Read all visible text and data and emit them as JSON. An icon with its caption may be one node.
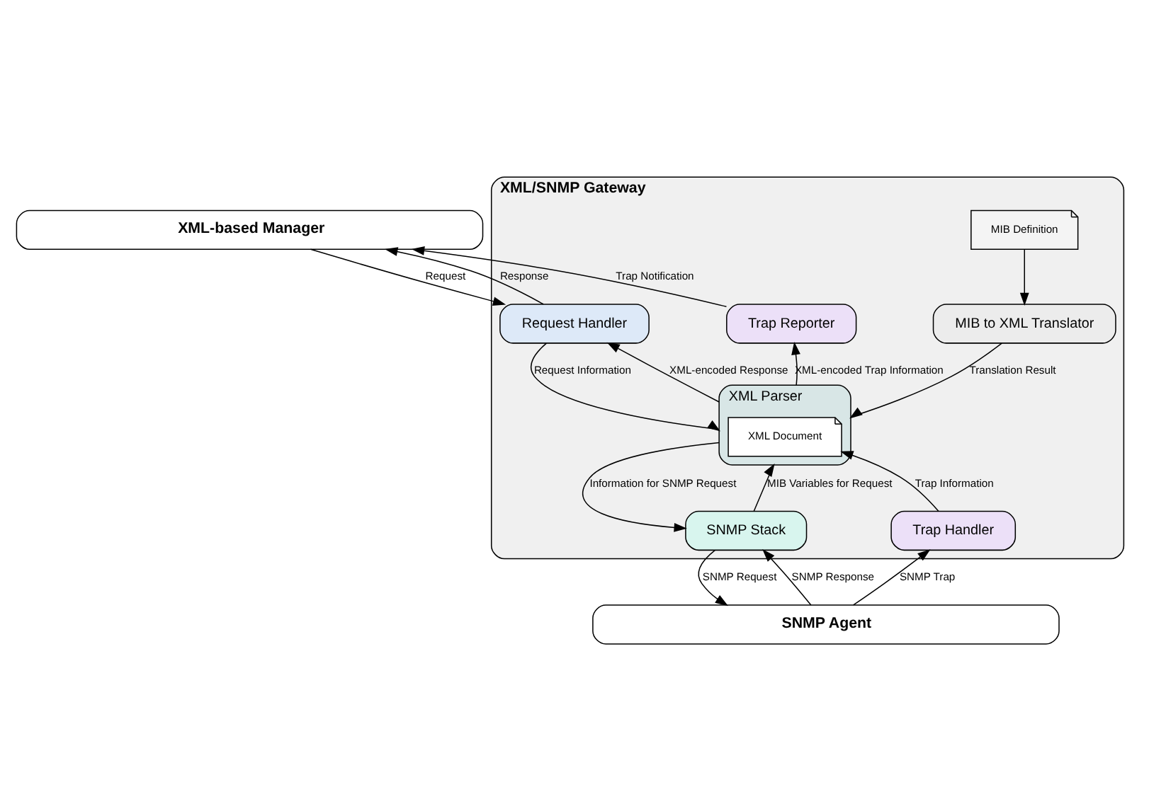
{
  "diagram": {
    "nodes": [
      {
        "text": [
          "XML-based Manager"
        ]
      },
      {
        "text": [
          "XML/SNMP Gateway"
        ]
      },
      {
        "text": [
          "Request Handler"
        ],
        "in": 1
      },
      {
        "text": [
          "Trap Reporter"
        ],
        "in": 1
      },
      {
        "text": [
          "MIB Definition"
        ],
        "in": 1
      },
      {
        "text": [
          "MIB to XML Translator"
        ],
        "in": 1
      },
      {
        "text": [
          "XML Parser"
        ],
        "in": 1
      },
      {
        "text": [
          "XML Document"
        ],
        "in": 6
      },
      {
        "text": [
          "SNMP Stack"
        ],
        "in": 1
      },
      {
        "text": [
          "Trap Handler"
        ],
        "in": 1
      },
      {
        "text": [
          "SNMP Agent"
        ]
      }
    ],
    "edges": [
      {
        "from": 0,
        "to": 2,
        "arrow": "to",
        "label": "Request"
      },
      {
        "from": 2,
        "to": 0,
        "arrow": "to",
        "label": "Response"
      },
      {
        "from": 3,
        "to": 0,
        "arrow": "to",
        "label": "Trap Notification"
      },
      {
        "from": 4,
        "to": 5,
        "arrow": "to"
      },
      {
        "from": 2,
        "to": 6,
        "arrow": "to",
        "label": "Request Information"
      },
      {
        "from": 6,
        "to": 2,
        "arrow": "to",
        "label": "XML-encoded Response"
      },
      {
        "from": 6,
        "to": 3,
        "arrow": "to",
        "label": "XML-encoded Trap Information"
      },
      {
        "from": 5,
        "to": 6,
        "arrow": "to",
        "label": "Translation Result"
      },
      {
        "from": 6,
        "to": 8,
        "arrow": "to",
        "label": "Information for SNMP Request"
      },
      {
        "from": 8,
        "to": 6,
        "arrow": "to",
        "label": "MIB Variables for Request"
      },
      {
        "from": 9,
        "to": 7,
        "arrow": "to",
        "label": "Trap Information"
      },
      {
        "from": 8,
        "to": 10,
        "arrow": "to",
        "label": "SNMP Request"
      },
      {
        "from": 10,
        "to": 8,
        "arrow": "to",
        "label": "SNMP Response"
      },
      {
        "from": 10,
        "to": 9,
        "arrow": "to",
        "label": "SNMP Trap"
      }
    ]
  }
}
